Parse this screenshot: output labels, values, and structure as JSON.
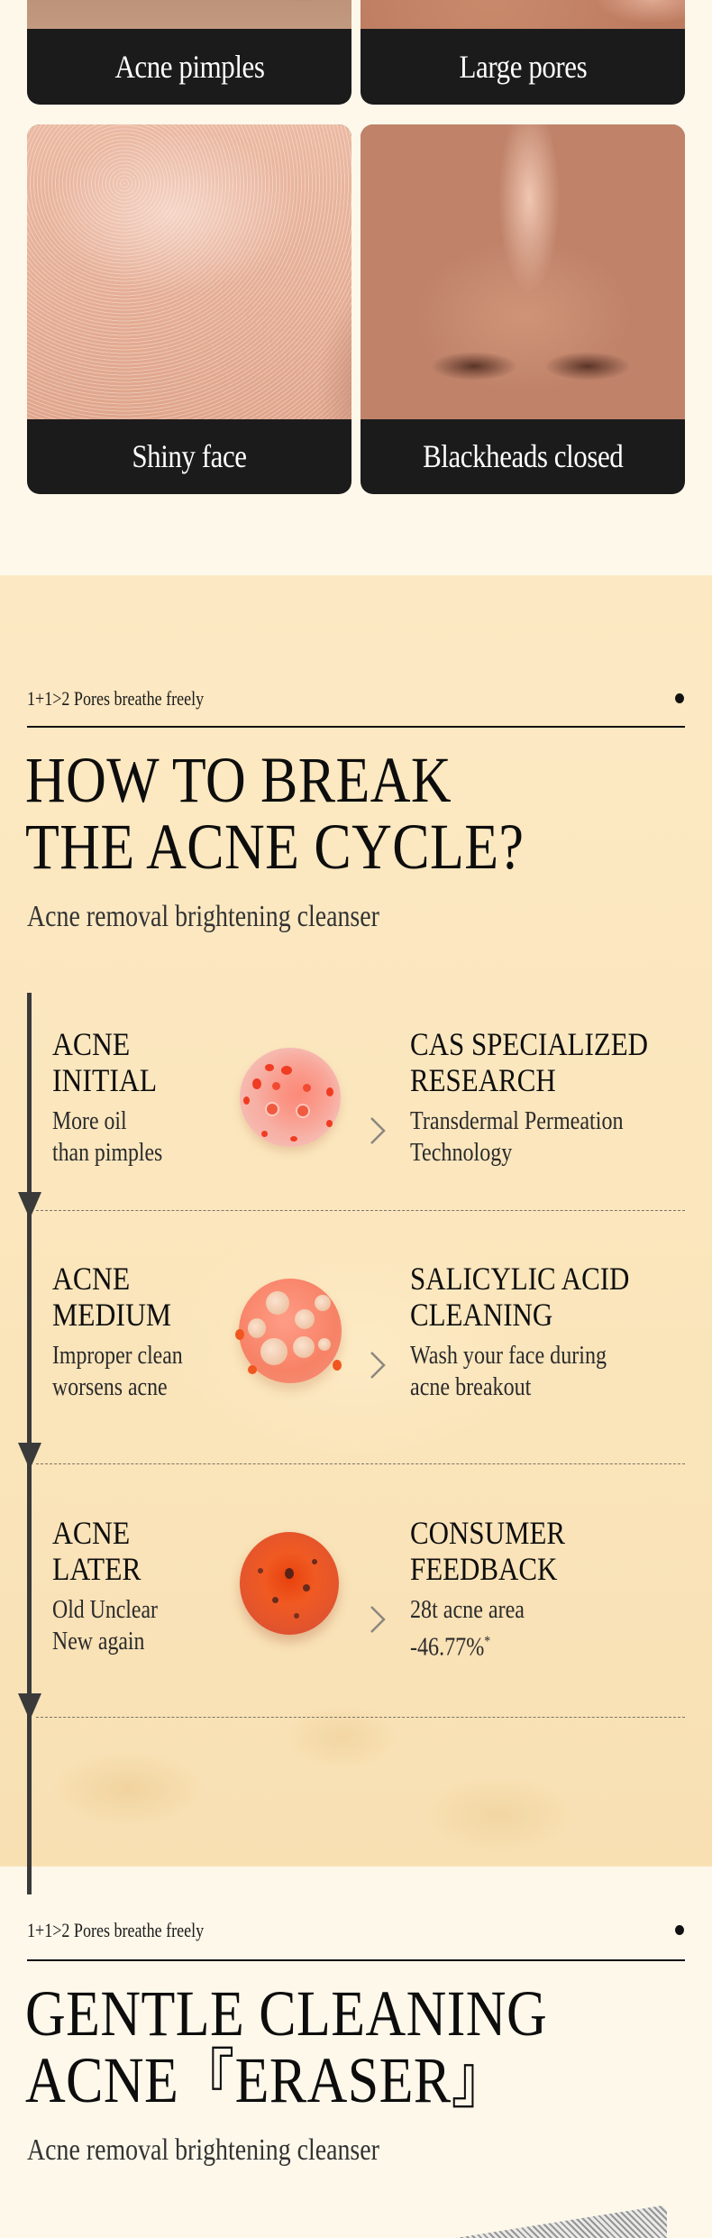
{
  "skin_problems": {
    "cards": [
      {
        "label": "Acne pimples",
        "photo": "skin-acne-photo"
      },
      {
        "label": "Large pores",
        "photo": "skin-pores-photo"
      },
      {
        "label": "Shiny face",
        "photo": "oily-skin-photo"
      },
      {
        "label": "Blackheads closed",
        "photo": "nose-blackheads-photo"
      }
    ]
  },
  "acne_cycle": {
    "tag": "1+1>2 Pores breathe freely",
    "title_line1": "HOW TO BREAK",
    "title_line2": "THE ACNE CYCLE?",
    "subtitle": "Acne removal brightening cleanser",
    "stages": [
      {
        "title_line1": "ACNE",
        "title_line2": "INITIAL",
        "desc_line1": "More oil",
        "desc_line2": "than pimples",
        "solution_title_line1": "CAS SPECIALIZED",
        "solution_title_line2": "RESEARCH",
        "solution_desc_line1": "Transdermal Permeation",
        "solution_desc_line2": "Technology"
      },
      {
        "title_line1": "ACNE",
        "title_line2": "MEDIUM",
        "desc_line1": "Improper clean",
        "desc_line2": "worsens acne",
        "solution_title_line1": "SALICYLIC ACID",
        "solution_title_line2": "CLEANING",
        "solution_desc_line1": "Wash your face during",
        "solution_desc_line2": "acne breakout"
      },
      {
        "title_line1": "ACNE",
        "title_line2": "LATER",
        "desc_line1": "Old Unclear",
        "desc_line2": "New again",
        "solution_title_line1": "CONSUMER",
        "solution_title_line2": "FEEDBACK",
        "solution_desc_line1": "28t acne area",
        "solution_desc_line2": "-46.77%",
        "solution_desc_note": "*"
      }
    ]
  },
  "gentle_cleaning": {
    "tag": "1+1>2 Pores breathe freely",
    "title_line1": "GENTLE CLEANING",
    "title_line2": "ACNE『ERASER』",
    "subtitle": "Acne removal brightening cleanser"
  },
  "colors": {
    "page_bg": "#fdf8ea",
    "section_bg": "#fbe6bd",
    "card_label_bg": "#1c1b1b",
    "text": "#111111",
    "timeline": "#3a3a3a"
  }
}
